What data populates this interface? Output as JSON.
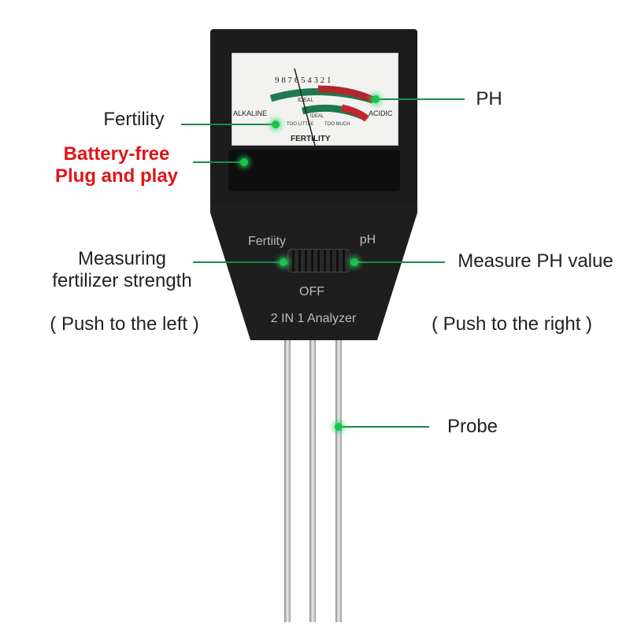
{
  "callouts": {
    "fertility": "Fertility",
    "ph": "PH",
    "battery_line1": "Battery-free",
    "battery_line2": "Plug and play",
    "measuring_line1": "Measuring",
    "measuring_line2": "fertilizer strength",
    "push_left": "( Push to the left )",
    "measure_ph": "Measure PH value",
    "push_right": "( Push to the right )",
    "probe": "Probe"
  },
  "device": {
    "switch_left": "Fertiity",
    "switch_right": "pH",
    "switch_off": "OFF",
    "model": "2 IN 1 Analyzer",
    "meter": {
      "scale": [
        "9",
        "8",
        "7",
        "6",
        "5",
        "4",
        "3",
        "2",
        "1"
      ],
      "alkaline": "ALKALINE",
      "acidic": "ACIDIC",
      "ideal": "IDEAL",
      "too_little": "TOO LITTLE",
      "ideal2": "IDEAL",
      "too_much": "TOO MUCH",
      "fertility": "FERTILITY"
    }
  },
  "colors": {
    "accent": "#19c24f",
    "red": "#e0141a"
  }
}
